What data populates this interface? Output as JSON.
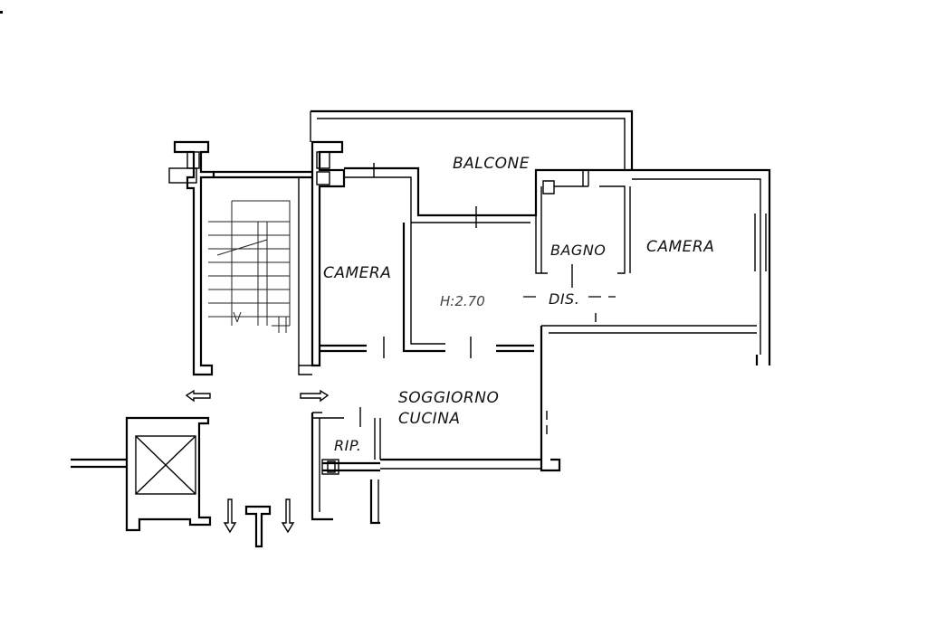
{
  "rooms": {
    "balcone": "BALCONE",
    "camera_left": "CAMERA",
    "camera_right": "CAMERA",
    "bagno": "BAGNO",
    "dis": "DIS.",
    "soggiorno_line1": "SOGGIORNO",
    "soggiorno_line2": "CUCINA",
    "rip": "RIP."
  },
  "height_note": "H:2.70",
  "icons": {
    "lift": "elevator-shaft-icon",
    "stairs": "staircase-icon",
    "arrows": "direction-arrow-icon"
  }
}
